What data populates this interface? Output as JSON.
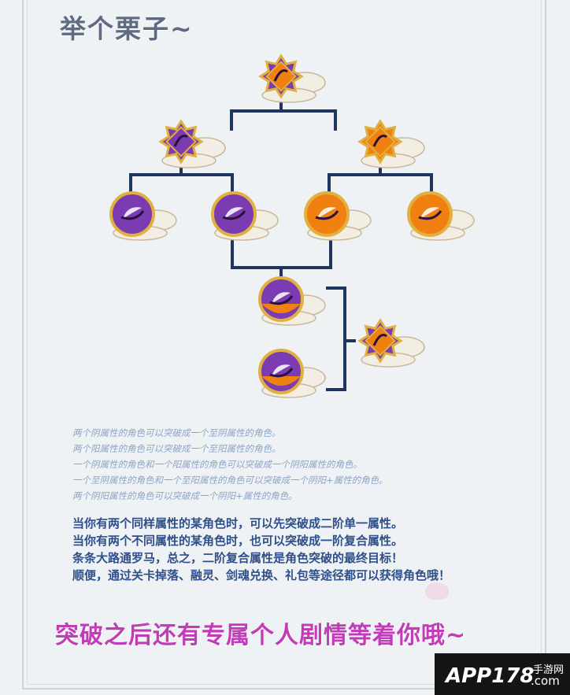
{
  "title": "举个栗子~",
  "colors": {
    "line": "#1f3560",
    "purple": "#7a3cb0",
    "orange": "#f08010",
    "gold": "#e0b040"
  },
  "nodes": [
    {
      "kind": "star",
      "type": "mixed"
    },
    {
      "kind": "star",
      "type": "purple"
    },
    {
      "kind": "star",
      "type": "orange"
    },
    {
      "kind": "orb",
      "type": "purple"
    },
    {
      "kind": "orb",
      "type": "purple"
    },
    {
      "kind": "orb",
      "type": "orange"
    },
    {
      "kind": "orb",
      "type": "orange"
    },
    {
      "kind": "orb",
      "type": "mixed"
    },
    {
      "kind": "orb",
      "type": "purple-orange"
    },
    {
      "kind": "star",
      "type": "mixed"
    }
  ],
  "notes": [
    "两个阴属性的角色可以突破成一个至阴属性的角色。",
    "两个阳属性的角色可以突破成一个至阳属性的角色。",
    "一个阴属性的角色和一个阳属性的角色可以突破成一个阴阳属性的角色。",
    "一个至阴属性的角色和一个至阳属性的角色可以突破成一个阴阳+属性的角色。",
    "两个阴阳属性的角色可以突破成一个阴阳+属性的角色。"
  ],
  "summary": [
    "当你有两个同样属性的某角色时，可以先突破成二阶单一属性。",
    "当你有两个不同属性的某角色时，也可以突破成一阶复合属性。",
    "条条大路通罗马，总之，二阶复合属性是角色突破的最终目标！",
    "顺便，通过关卡掉落、融灵、剑魂兑换、礼包等途径都可以获得角色哦！"
  ],
  "tagline": "突破之后还有专属个人剧情等着你哦~",
  "watermark": {
    "brand": "APP178",
    "site": "手游网",
    "domain": ".com"
  }
}
